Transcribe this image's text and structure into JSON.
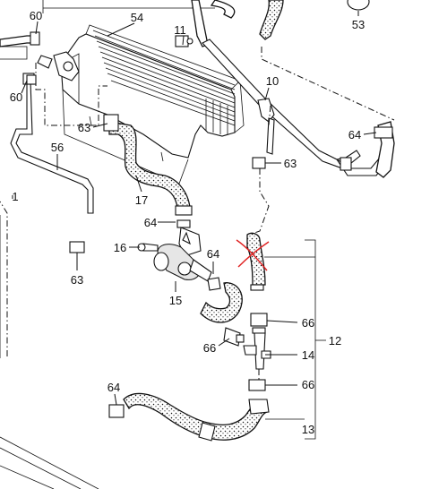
{
  "diagram": {
    "part_labels": [
      "60",
      "54",
      "11",
      "53",
      "60",
      "10",
      "63",
      "64",
      "56",
      "63",
      "17",
      "1",
      "64",
      "16",
      "64",
      "63",
      "15",
      "66",
      "12",
      "66",
      "14",
      "64",
      "66",
      "13"
    ],
    "colors": {
      "line": "#111111",
      "background": "#ffffff",
      "crossout": "#e02020"
    }
  }
}
